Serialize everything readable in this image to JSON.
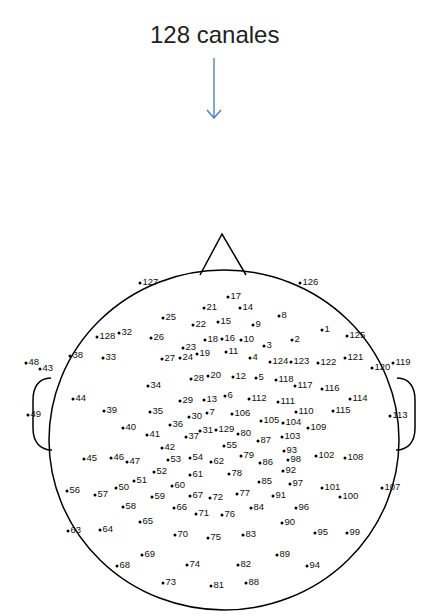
{
  "diagram": {
    "title": "128 canales",
    "labels": [
      "127",
      "126",
      "17",
      "21",
      "14",
      "25",
      "22",
      "15",
      "9",
      "8",
      "128",
      "32",
      "26",
      "23",
      "18",
      "16",
      "10",
      "3",
      "2",
      "1",
      "125",
      "48",
      "43",
      "38",
      "33",
      "27",
      "24",
      "19",
      "11",
      "4",
      "124",
      "123",
      "122",
      "121",
      "120",
      "119",
      "34",
      "28",
      "20",
      "12",
      "5",
      "118",
      "117",
      "116",
      "44",
      "114",
      "29",
      "13",
      "6",
      "112",
      "111",
      "49",
      "39",
      "35",
      "30",
      "7",
      "106",
      "110",
      "115",
      "113",
      "36",
      "105",
      "104",
      "109",
      "40",
      "41",
      "37",
      "31",
      "129",
      "80",
      "87",
      "103",
      "42",
      "55",
      "93",
      "45",
      "46",
      "47",
      "53",
      "54",
      "62",
      "79",
      "86",
      "98",
      "102",
      "108",
      "52",
      "61",
      "78",
      "92",
      "56",
      "57",
      "50",
      "51",
      "60",
      "85",
      "97",
      "101",
      "107",
      "59",
      "67",
      "72",
      "77",
      "91",
      "100",
      "58",
      "66",
      "71",
      "76",
      "84",
      "96",
      "65",
      "90",
      "63",
      "64",
      "70",
      "75",
      "83",
      "95",
      "99",
      "69",
      "89",
      "68",
      "74",
      "82",
      "94",
      "73",
      "81",
      "88"
    ]
  }
}
